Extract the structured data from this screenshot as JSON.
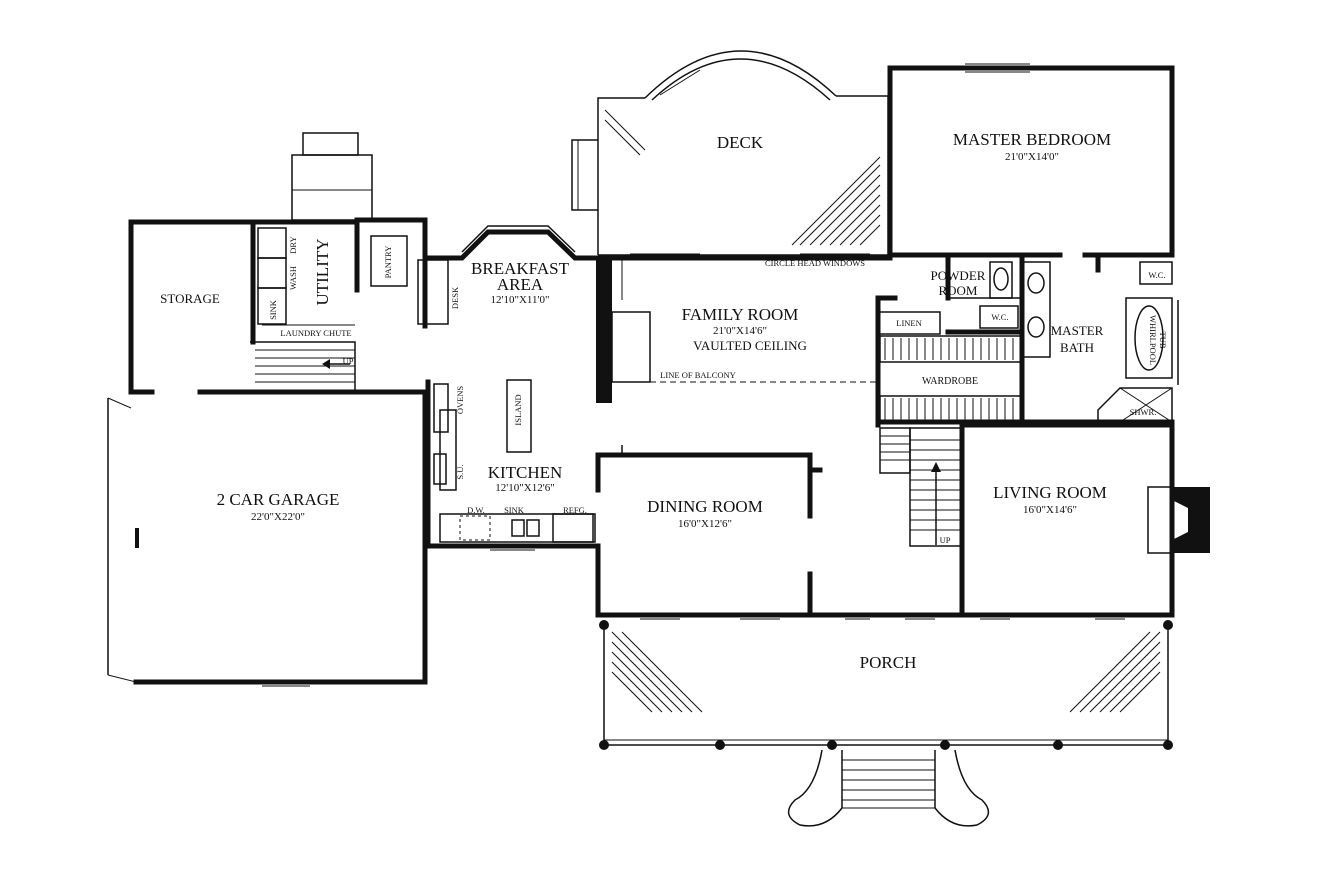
{
  "rooms": {
    "deck": {
      "name": "DECK"
    },
    "master_bedroom": {
      "name": "MASTER BEDROOM",
      "size": "21'0\"X14'0\""
    },
    "breakfast": {
      "name_1": "BREAKFAST",
      "name_2": "AREA",
      "size": "12'10\"X11'0\""
    },
    "family_room": {
      "name": "FAMILY ROOM",
      "size": "21'0\"X14'6\"",
      "note": "VAULTED CEILING"
    },
    "kitchen": {
      "name": "KITCHEN",
      "size": "12'10\"X12'6\""
    },
    "dining_room": {
      "name": "DINING ROOM",
      "size": "16'0\"X12'6\""
    },
    "living_room": {
      "name": "LIVING ROOM",
      "size": "16'0\"X14'6\""
    },
    "garage": {
      "name": "2 CAR GARAGE",
      "size": "22'0\"X22'0\""
    },
    "storage": {
      "name": "STORAGE"
    },
    "utility": {
      "name": "UTILITY"
    },
    "porch": {
      "name": "PORCH"
    },
    "powder_room": {
      "name_1": "POWDER",
      "name_2": "ROOM"
    },
    "master_bath": {
      "name_1": "MASTER",
      "name_2": "BATH"
    },
    "wardrobe": {
      "name": "WARDROBE"
    }
  },
  "fixtures": {
    "pantry": "PANTRY",
    "desk": "DESK",
    "ovens": "OVENS",
    "island": "ISLAND",
    "su": "S.U.",
    "dw": "D.W.",
    "sink": "SINK",
    "refg": "REFG.",
    "sink_u": "SINK",
    "wash": "WASH",
    "dry": "DRY",
    "laundry_chute": "LAUNDRY CHUTE",
    "up_utility": "UP",
    "up_stair": "UP",
    "linen": "LINEN",
    "wc_powder": "W.C.",
    "wc_bath": "W.C.",
    "whirlpool_1": "WHIRLPOOL",
    "whirlpool_2": "TUB",
    "shower": "SHWR.",
    "circle_head_windows": "CIRCLE HEAD WINDOWS",
    "line_of_balcony": "LINE OF BALCONY"
  }
}
